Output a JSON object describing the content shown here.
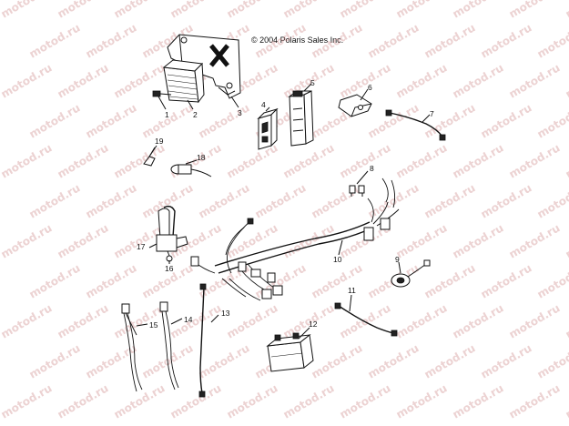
{
  "copyright": "© 2004 Polaris Sales Inc.",
  "watermark": "motod.ru",
  "callouts": [
    "1",
    "2",
    "3",
    "4",
    "5",
    "6",
    "7",
    "8",
    "9",
    "10",
    "11",
    "12",
    "13",
    "14",
    "15",
    "16",
    "17",
    "18",
    "19"
  ]
}
